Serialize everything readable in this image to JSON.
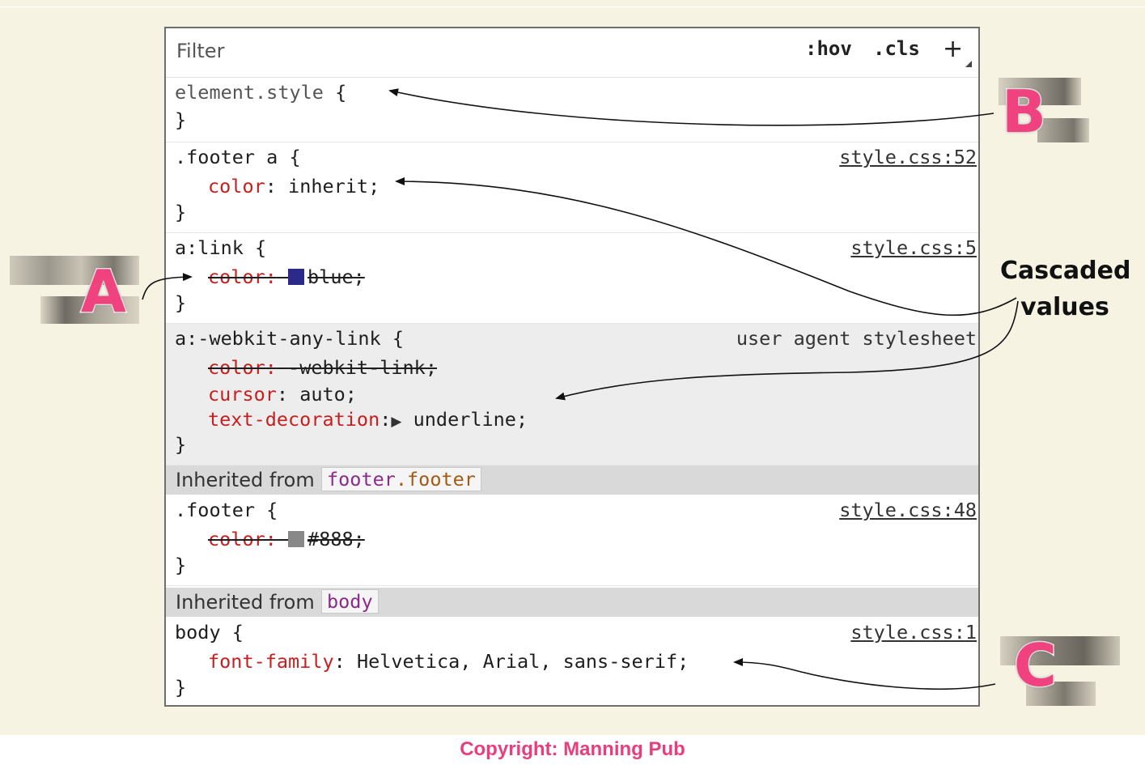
{
  "panel": {
    "filter_placeholder": "Filter",
    "tools": {
      "hov": ":hov",
      "cls": ".cls",
      "add": "+"
    }
  },
  "rules": {
    "element_style": {
      "selector": "element.style {",
      "close": "}"
    },
    "footer_a": {
      "selector": ".footer a {",
      "source": "style.css:52",
      "prop": "color",
      "value": "inherit;",
      "close": "}"
    },
    "a_link": {
      "selector": "a:link {",
      "source": "style.css:5",
      "prop": "color:",
      "value": "blue;",
      "swatch": "#2b2a8a",
      "close": "}"
    },
    "any_link": {
      "selector": "a:-webkit-any-link {",
      "source": "user agent stylesheet",
      "decl1_prop": "color:",
      "decl1_value": "-webkit-link;",
      "decl2_prop": "cursor",
      "decl2_value": "auto;",
      "decl3_prop": "text-decoration",
      "decl3_value": "underline;",
      "close": "}"
    },
    "inherited_footer": {
      "label": "Inherited from",
      "tag": "footer",
      "cls": ".footer"
    },
    "footer": {
      "selector": ".footer {",
      "source": "style.css:48",
      "prop": "color:",
      "value": "#888;",
      "swatch": "#888888",
      "close": "}"
    },
    "inherited_body": {
      "label": "Inherited from",
      "tag": "body"
    },
    "body": {
      "selector": "body {",
      "source": "style.css:1",
      "prop": "font-family",
      "value": "Helvetica, Arial, sans-serif;",
      "close": "}"
    }
  },
  "annotations": {
    "a": "A",
    "b": "B",
    "c": "C",
    "cascaded_line1": "Cascaded",
    "cascaded_line2": "values",
    "copyright": "Copyright: Manning Pub"
  },
  "colors": {
    "accent": "#f0427f",
    "property": "#c71f1f",
    "inherited_bar": "#d9d9d9",
    "ua_rule_bg": "#ededed"
  }
}
